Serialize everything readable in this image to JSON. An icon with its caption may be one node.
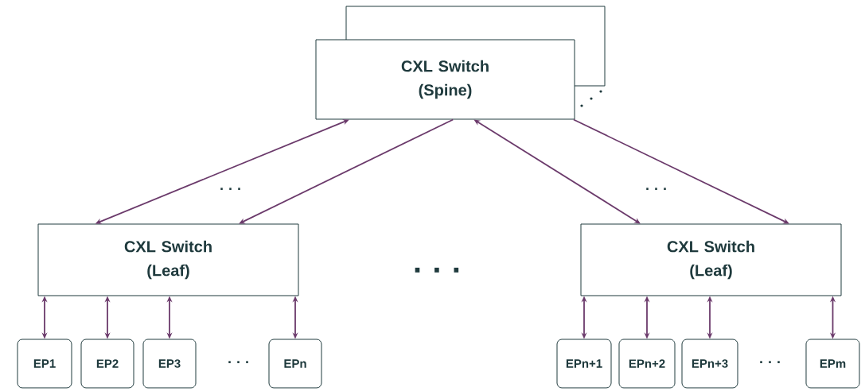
{
  "diagram": {
    "nodes": [
      {
        "text": [],
        "shape": "box"
      },
      {
        "text": [
          "CXL Switch (Spine)"
        ]
      },
      {
        "text": [
          "CXL Switch (Leaf)"
        ]
      },
      {
        "text": [
          "CXL Switch (Leaf)"
        ]
      },
      {
        "text": [
          "EP1"
        ]
      },
      {
        "text": [
          "EP2"
        ]
      },
      {
        "text": [
          "EP3"
        ]
      },
      {
        "text": [
          "EPn"
        ]
      },
      {
        "text": [
          "EPn+1"
        ]
      },
      {
        "text": [
          "EPn+2"
        ]
      },
      {
        "text": [
          "EPn+3"
        ]
      },
      {
        "text": [
          "EPm"
        ]
      }
    ],
    "edges": [
      {
        "from": 1,
        "to": 2,
        "arrow": "both"
      },
      {
        "from": 1,
        "to": 2,
        "arrow": "to"
      },
      {
        "from": 1,
        "to": 3,
        "arrow": "both"
      },
      {
        "from": 1,
        "to": 3,
        "arrow": "to"
      },
      {
        "from": 2,
        "to": 4,
        "arrow": "both"
      },
      {
        "from": 2,
        "to": 5,
        "arrow": "both"
      },
      {
        "from": 2,
        "to": 6,
        "arrow": "both"
      },
      {
        "from": 2,
        "to": 7,
        "arrow": "both"
      },
      {
        "from": 3,
        "to": 8,
        "arrow": "both"
      },
      {
        "from": 3,
        "to": 9,
        "arrow": "both"
      },
      {
        "from": 3,
        "to": 10,
        "arrow": "both"
      },
      {
        "from": 3,
        "to": 11,
        "arrow": "both"
      }
    ],
    "labels": [
      "· · ·",
      "· · ·",
      "· · ·",
      "· · ·",
      "· · ·"
    ]
  }
}
